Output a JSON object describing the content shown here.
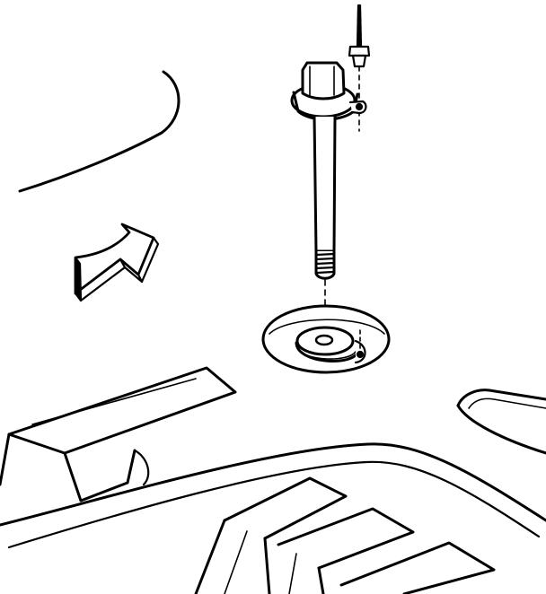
{
  "illustration": {
    "line_color": "#000000",
    "background_color": "#ffffff",
    "parts": [
      "hex-head-bolt",
      "bolt-washer-flange",
      "threaded-shank",
      "pin-fastener",
      "recessed-mount-hole",
      "retaining-clip",
      "direction-arrow",
      "vehicle-body-panel"
    ]
  }
}
